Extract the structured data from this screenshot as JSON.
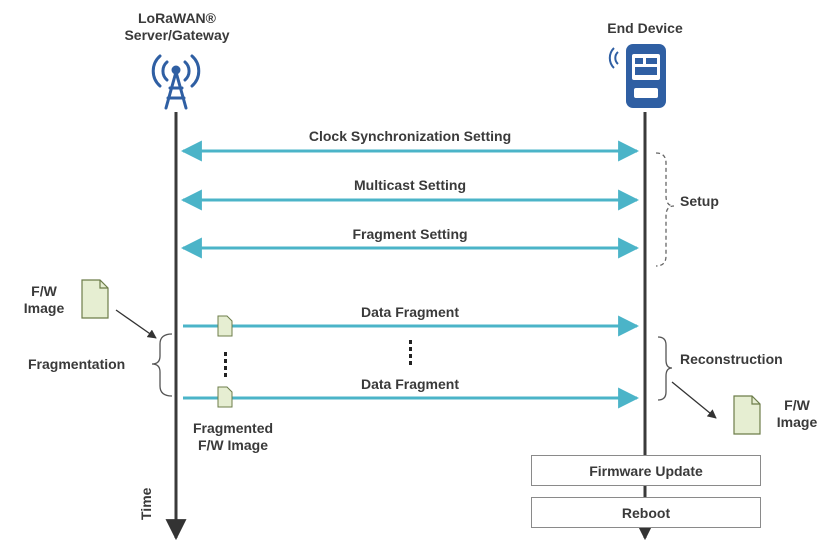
{
  "actors": {
    "server_line1": "LoRaWAN®",
    "server_line2": "Server/Gateway",
    "device": "End Device"
  },
  "messages": {
    "clock_sync": "Clock Synchronization Setting",
    "multicast": "Multicast Setting",
    "fragment_setting": "Fragment Setting",
    "data_fragment_1": "Data Fragment",
    "data_fragment_2": "Data Fragment"
  },
  "annotations": {
    "setup": "Setup",
    "fragmentation": "Fragmentation",
    "reconstruction": "Reconstruction",
    "fw_image_left_line1": "F/W",
    "fw_image_left_line2": "Image",
    "fw_image_right_line1": "F/W",
    "fw_image_right_line2": "Image",
    "fragmented_line1": "Fragmented",
    "fragmented_line2": "F/W Image",
    "time": "Time"
  },
  "steps": {
    "firmware_update": "Firmware Update",
    "reboot": "Reboot"
  },
  "colors": {
    "arrow": "#4bb4c8",
    "lifeline": "#3a3a3a",
    "icon_blue": "#2f5fa3",
    "doc_fill": "#e6eed2",
    "doc_stroke": "#6d7d4a"
  }
}
